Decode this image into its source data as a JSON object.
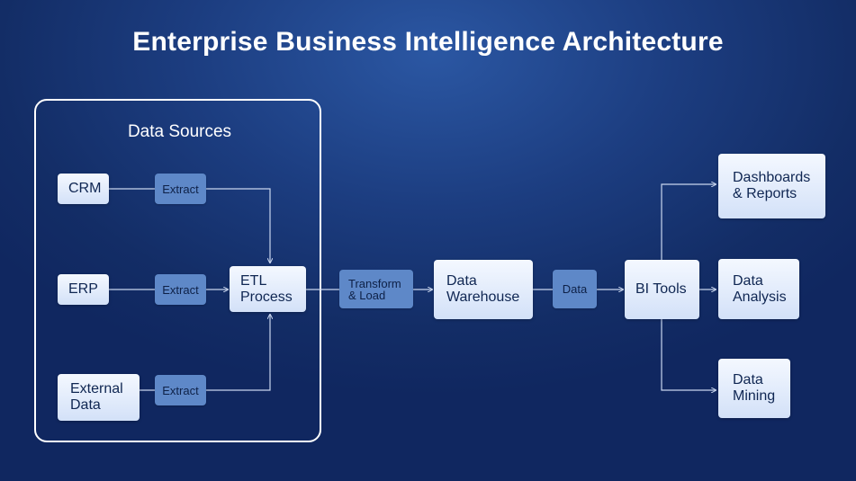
{
  "title": "Enterprise Business Intelligence Architecture",
  "colors": {
    "background": "#163472",
    "node_fill": "#e6eefc",
    "tag_fill": "#5e88c8",
    "line": "#c9d6ee"
  },
  "groups": {
    "data_sources": "Data Sources"
  },
  "nodes": {
    "crm": "CRM",
    "erp": "ERP",
    "external": "External\nData",
    "etl": "ETL\nProcess",
    "warehouse": "Data\nWarehouse",
    "bi": "BI Tools",
    "dashboards": "Dashboards\n& Reports",
    "analysis": "Data\nAnalysis",
    "mining": "Data\nMining"
  },
  "edge_labels": {
    "extract_crm": "Extract",
    "extract_erp": "Extract",
    "extract_ext": "Extract",
    "transform": "Transform\n& Load",
    "data": "Data"
  }
}
